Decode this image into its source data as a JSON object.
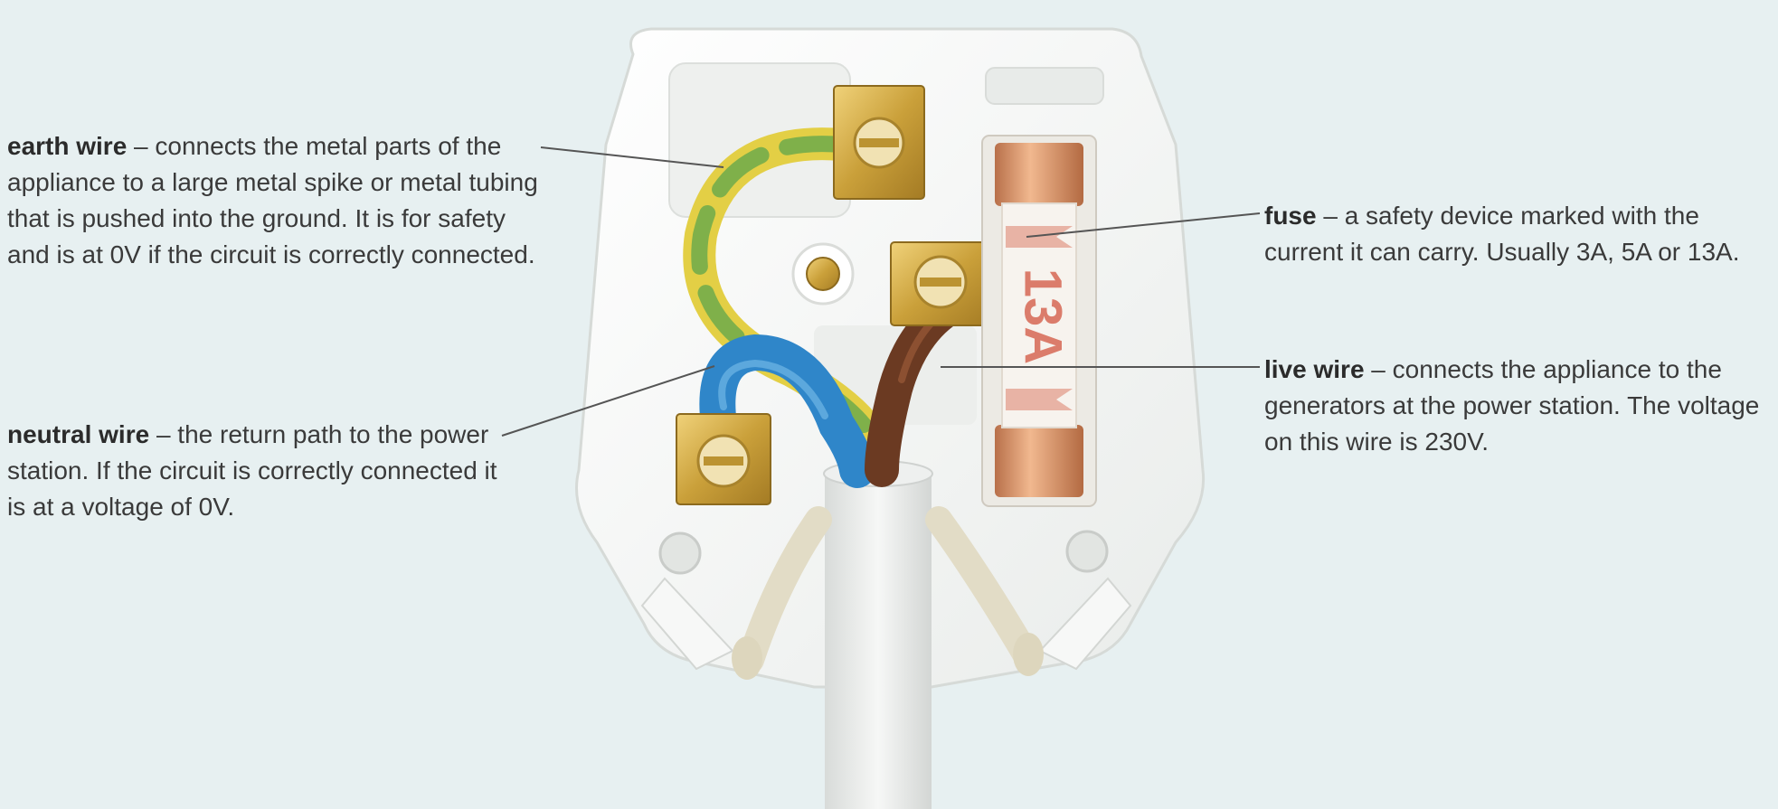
{
  "labels": {
    "earth": {
      "term": "earth wire",
      "description": " – connects the metal parts of the appliance to a large metal spike or metal tubing that is pushed into the ground. It is for safety and is at 0V if the circuit is correctly connected."
    },
    "neutral": {
      "term": "neutral wire",
      "description": " – the return path to the power station. If the circuit is correctly connected it is at a voltage of 0V."
    },
    "fuse": {
      "term": "fuse",
      "description": " – a safety device marked with the current it can carry. Usually 3A, 5A or 13A."
    },
    "live": {
      "term": "live wire",
      "description": " – connects the appliance to the generators at the power station. The voltage on this wire is 230V."
    }
  },
  "fuse_marking": "13A",
  "colors": {
    "background": "#e7f0f1",
    "plug_body": "#f3f4f2",
    "earth_green": "#7fb04a",
    "earth_yellow": "#e3cf45",
    "neutral_blue": "#2f86c9",
    "live_brown": "#6b3a22",
    "brass": "#c9a23c",
    "fuse_copper": "#cf8a5a",
    "fuse_mark_red": "#d9705d",
    "text": "#3a3a3a"
  }
}
